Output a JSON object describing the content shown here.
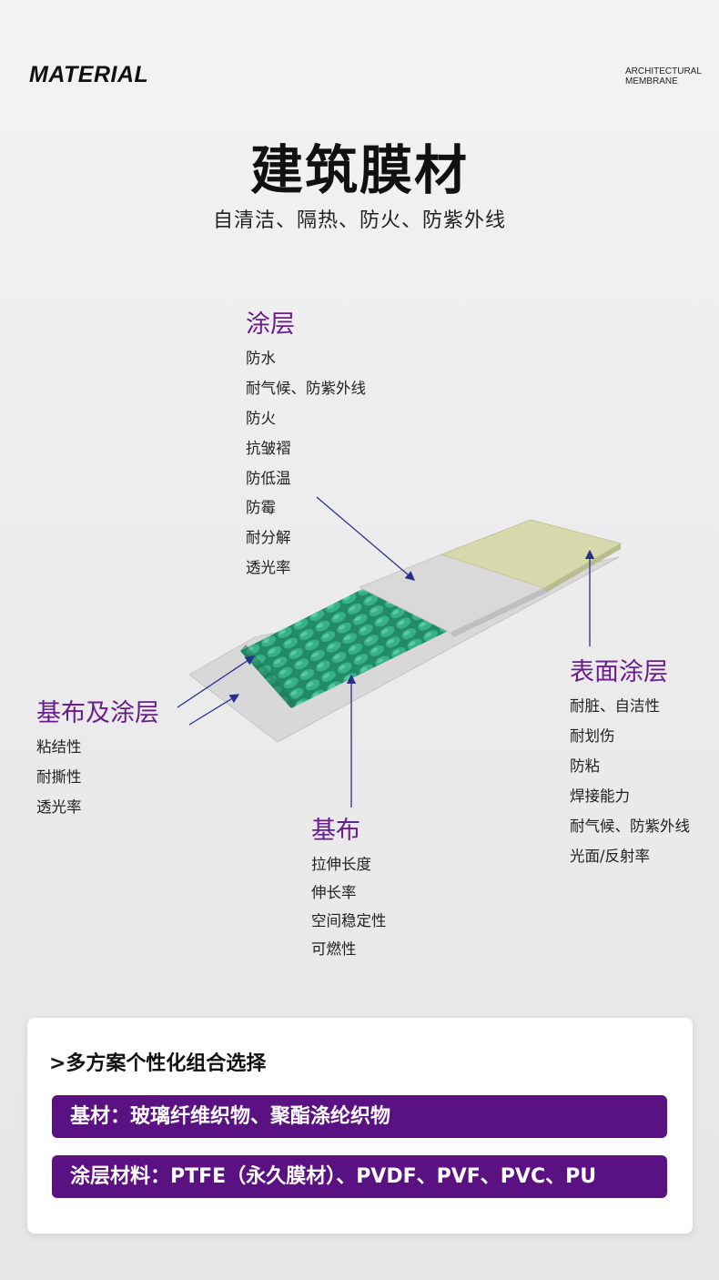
{
  "header": {
    "brand": "MATERIAL",
    "tag_line1": "ARCHITECTURAL",
    "tag_line2": "MEMBRANE"
  },
  "title": "建筑膜材",
  "subtitle": "自清洁、隔热、防火、防紫外线",
  "diagram": {
    "coating": {
      "title": "涂层",
      "items": [
        "防水",
        "耐气候、防紫外线",
        "防火",
        "抗皱褶",
        "防低温",
        "防霉",
        "耐分解",
        "透光率"
      ]
    },
    "base_and_coating": {
      "title": "基布及涂层",
      "items": [
        "粘结性",
        "耐撕性",
        "透光率"
      ]
    },
    "base_fabric": {
      "title": "基布",
      "items": [
        "拉伸长度",
        "伸长率",
        "空间稳定性",
        "可燃性"
      ]
    },
    "surface_coating": {
      "title": "表面涂层",
      "items": [
        "耐脏、自洁性",
        "耐划伤",
        "防粘",
        "焊接能力",
        "耐气候、防紫外线",
        "光面/反射率"
      ]
    },
    "colors": {
      "fabric_green": "#2e9e78",
      "coating_grey": "#dcdcdc",
      "surface_beige": "#d6d9ac",
      "accent_purple": "#6a1d8f"
    }
  },
  "options": {
    "title": ">多方案个性化组合选择",
    "base_material": "基材：玻璃纤维织物、聚酯涤纶织物",
    "coating_material": "涂层材料：PTFE（永久膜材）、PVDF、PVF、PVC、PU",
    "bar_color": "#5a1283"
  }
}
